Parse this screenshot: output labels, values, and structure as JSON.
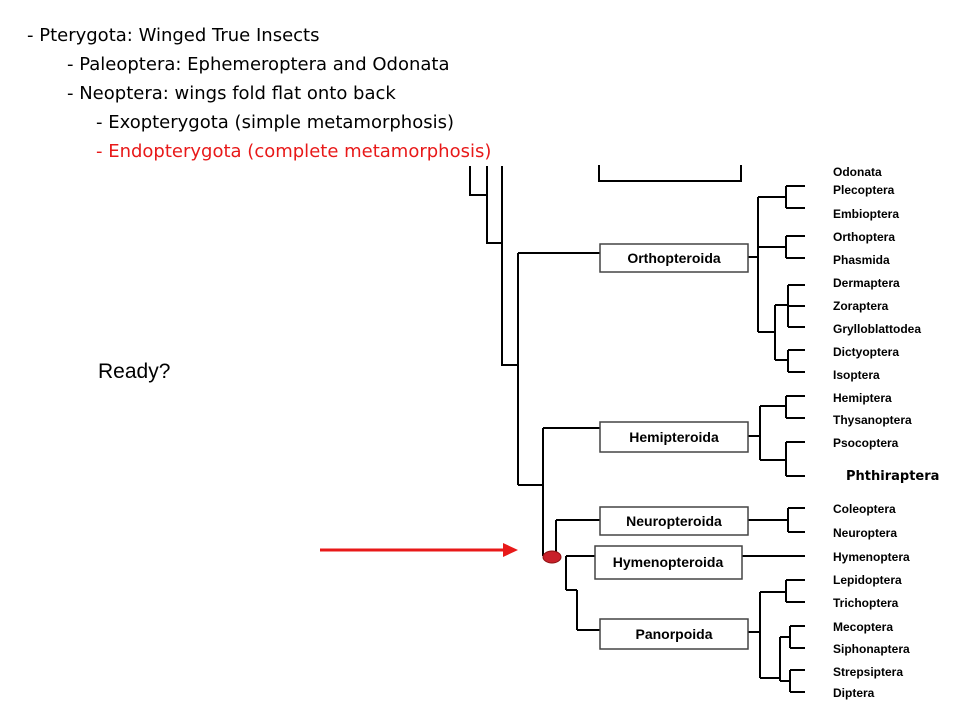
{
  "bullets": [
    {
      "text": "- Pterygota: Winged True Insects",
      "color": "#000000"
    },
    {
      "text": "- Paleoptera: Ephemeroptera and Odonata",
      "color": "#000000"
    },
    {
      "text": "- Neoptera: wings fold flat onto back",
      "color": "#000000"
    },
    {
      "text": "- Exopterygota (simple metamorphosis)",
      "color": "#000000"
    },
    {
      "text": "- Endopterygota (complete metamorphosis)",
      "color": "#e81919"
    }
  ],
  "prompt": "Ready?",
  "annotation": "Phthiraptera",
  "tree": {
    "groups": [
      "Orthopteroida",
      "Hemipteroida",
      "Neuropteroida",
      "Hymenopteroida",
      "Panorpoida"
    ],
    "leaves": [
      "Odonata",
      "Plecoptera",
      "Embioptera",
      "Orthoptera",
      "Phasmida",
      "Dermaptera",
      "Zoraptera",
      "Grylloblattodea",
      "Dictyoptera",
      "Isoptera",
      "Hemiptera",
      "Thysanoptera",
      "Psocoptera",
      "Coleoptera",
      "Neuroptera",
      "Hymenoptera",
      "Lepidoptera",
      "Trichoptera",
      "Mecoptera",
      "Siphonaptera",
      "Strepsiptera",
      "Diptera"
    ]
  },
  "colors": {
    "highlight": "#e81919",
    "marker_fill": "#c8202a"
  }
}
